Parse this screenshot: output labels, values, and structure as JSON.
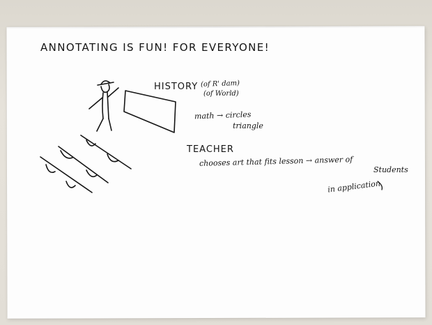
{
  "photo": {
    "paper_color": "#fdfdfd",
    "ink_color": "#151515",
    "background_color": "#e2ded6"
  },
  "notes": {
    "headline": "ANNOTATING  IS FUN!  FOR EVERYONE!",
    "history": "HISTORY",
    "history_note_1": "(of R' dam)",
    "history_note_2": "(of World)",
    "math": "math → circles",
    "math_2": "triangle",
    "teacher": "TEACHER",
    "chooses": "chooses art that fits lesson → answer of",
    "students": "Students",
    "application": "in application"
  },
  "icons": {
    "figure": "stick-figure-icon",
    "board": "blackboard-icon",
    "students": "student-desks-icon"
  }
}
